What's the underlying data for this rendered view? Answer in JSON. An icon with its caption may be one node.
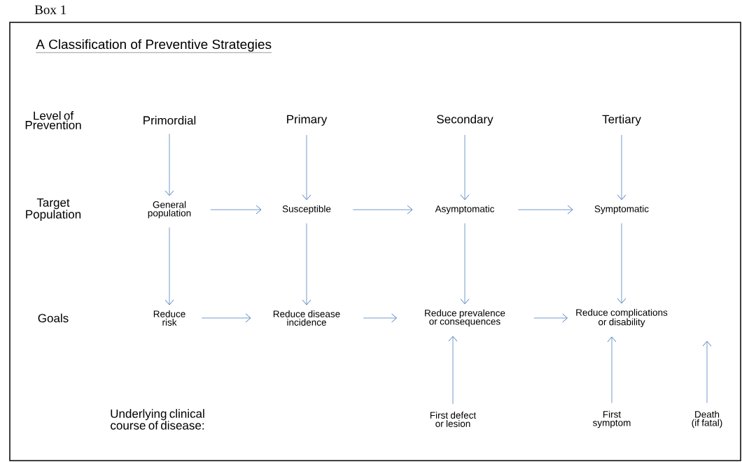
{
  "diagram": {
    "title": "A Classification of Preventive Strategies",
    "nodes": [
      {
        "text": [
          "Primordial"
        ]
      },
      {
        "text": [
          "Primary"
        ]
      },
      {
        "text": [
          "Secondary"
        ]
      },
      {
        "text": [
          "Tertiary"
        ]
      },
      {
        "text": [
          "General population"
        ]
      },
      {
        "text": [
          "Susceptible"
        ]
      },
      {
        "text": [
          "Asymptomatic"
        ]
      },
      {
        "text": [
          "Symptomatic"
        ]
      },
      {
        "text": [
          "Reduce risk"
        ]
      },
      {
        "text": [
          "Reduce disease incidence"
        ]
      },
      {
        "text": [
          "Reduce prevalence or consequences"
        ]
      },
      {
        "text": [
          "Reduce complications or disability"
        ]
      },
      {
        "text": [
          "First defect or lesion"
        ]
      },
      {
        "text": [
          "First symptom"
        ]
      },
      {
        "text": [
          "Death (if fatal)"
        ]
      }
    ],
    "edges": [
      {
        "from": 0,
        "to": 4,
        "arrow": "to"
      },
      {
        "from": 1,
        "to": 5,
        "arrow": "to"
      },
      {
        "from": 2,
        "to": 6,
        "arrow": "to"
      },
      {
        "from": 3,
        "to": 7,
        "arrow": "to"
      },
      {
        "from": 4,
        "to": 5,
        "arrow": "to"
      },
      {
        "from": 5,
        "to": 6,
        "arrow": "to"
      },
      {
        "from": 6,
        "to": 7,
        "arrow": "to"
      },
      {
        "from": 4,
        "to": 8,
        "arrow": "to"
      },
      {
        "from": 5,
        "to": 9,
        "arrow": "to"
      },
      {
        "from": 6,
        "to": 10,
        "arrow": "to"
      },
      {
        "from": 7,
        "to": 11,
        "arrow": "to"
      },
      {
        "from": 8,
        "to": 9,
        "arrow": "to"
      },
      {
        "from": 9,
        "to": 10,
        "arrow": "to"
      },
      {
        "from": 10,
        "to": 11,
        "arrow": "to"
      },
      {
        "from": 12,
        "to": 10,
        "arrow": "to"
      },
      {
        "from": 13,
        "to": 11,
        "arrow": "to"
      },
      {
        "from": 14,
        "to": null,
        "arrow": "to"
      }
    ],
    "labels": [
      "Box 1",
      "Level of Prevention",
      "Target Population",
      "Goals",
      "Underlying clinical course of disease:"
    ]
  }
}
